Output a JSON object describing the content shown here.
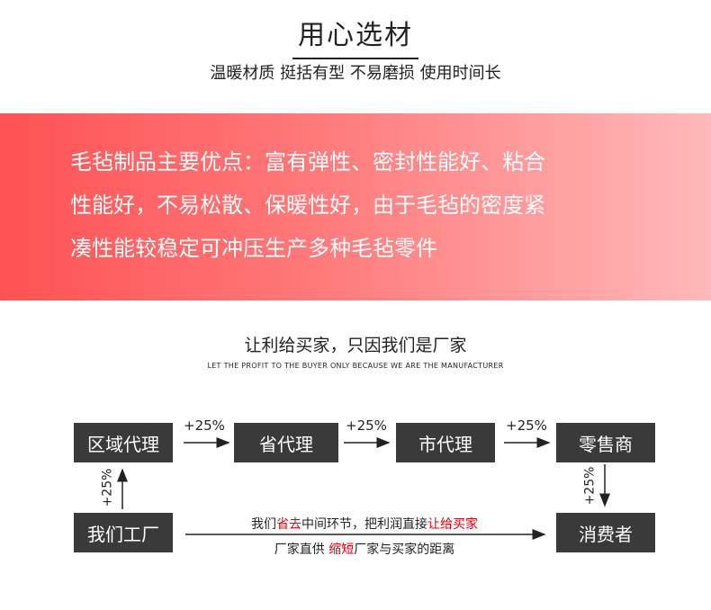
{
  "header": {
    "title": "用心选材",
    "subtitle": "温暖材质 挺括有型 不易磨损  使用时间长"
  },
  "banner": {
    "lines": [
      "毛毡制品主要优点：富有弹性、密封性能好、粘合",
      "性能好，不易松散、保暖性好，由于毛毡的密度紧",
      "凑性能较稳定可冲压生产多种毛毡零件"
    ],
    "gradient_start": "#ff5254",
    "gradient_end": "#ffb9ba"
  },
  "section": {
    "title": "让利给买家，只因我们是厂家",
    "subtitle": "LET THE PROFIT TO THE BUYER ONLY BECAUSE WE ARE THE MANUFACTURER"
  },
  "flow": {
    "regional": "区域代理",
    "province": "省代理",
    "city": "市代理",
    "retailer": "零售商",
    "factory": "我们工厂",
    "consumer": "消费者",
    "pct1": "+25%",
    "pct2": "+25%",
    "pct3": "+25%",
    "pct_left": "+25%",
    "pct_right": "+25%",
    "middle_top": {
      "a": "我们",
      "b": "省去",
      "c": "中间环节，把利润直接",
      "d": "让给买家"
    },
    "middle_bottom": {
      "a": "厂家直供 ",
      "b": "缩短",
      "c": "厂家与买家的距离"
    },
    "box_color": "#3a3a3a",
    "highlight_color": "#e60012"
  }
}
